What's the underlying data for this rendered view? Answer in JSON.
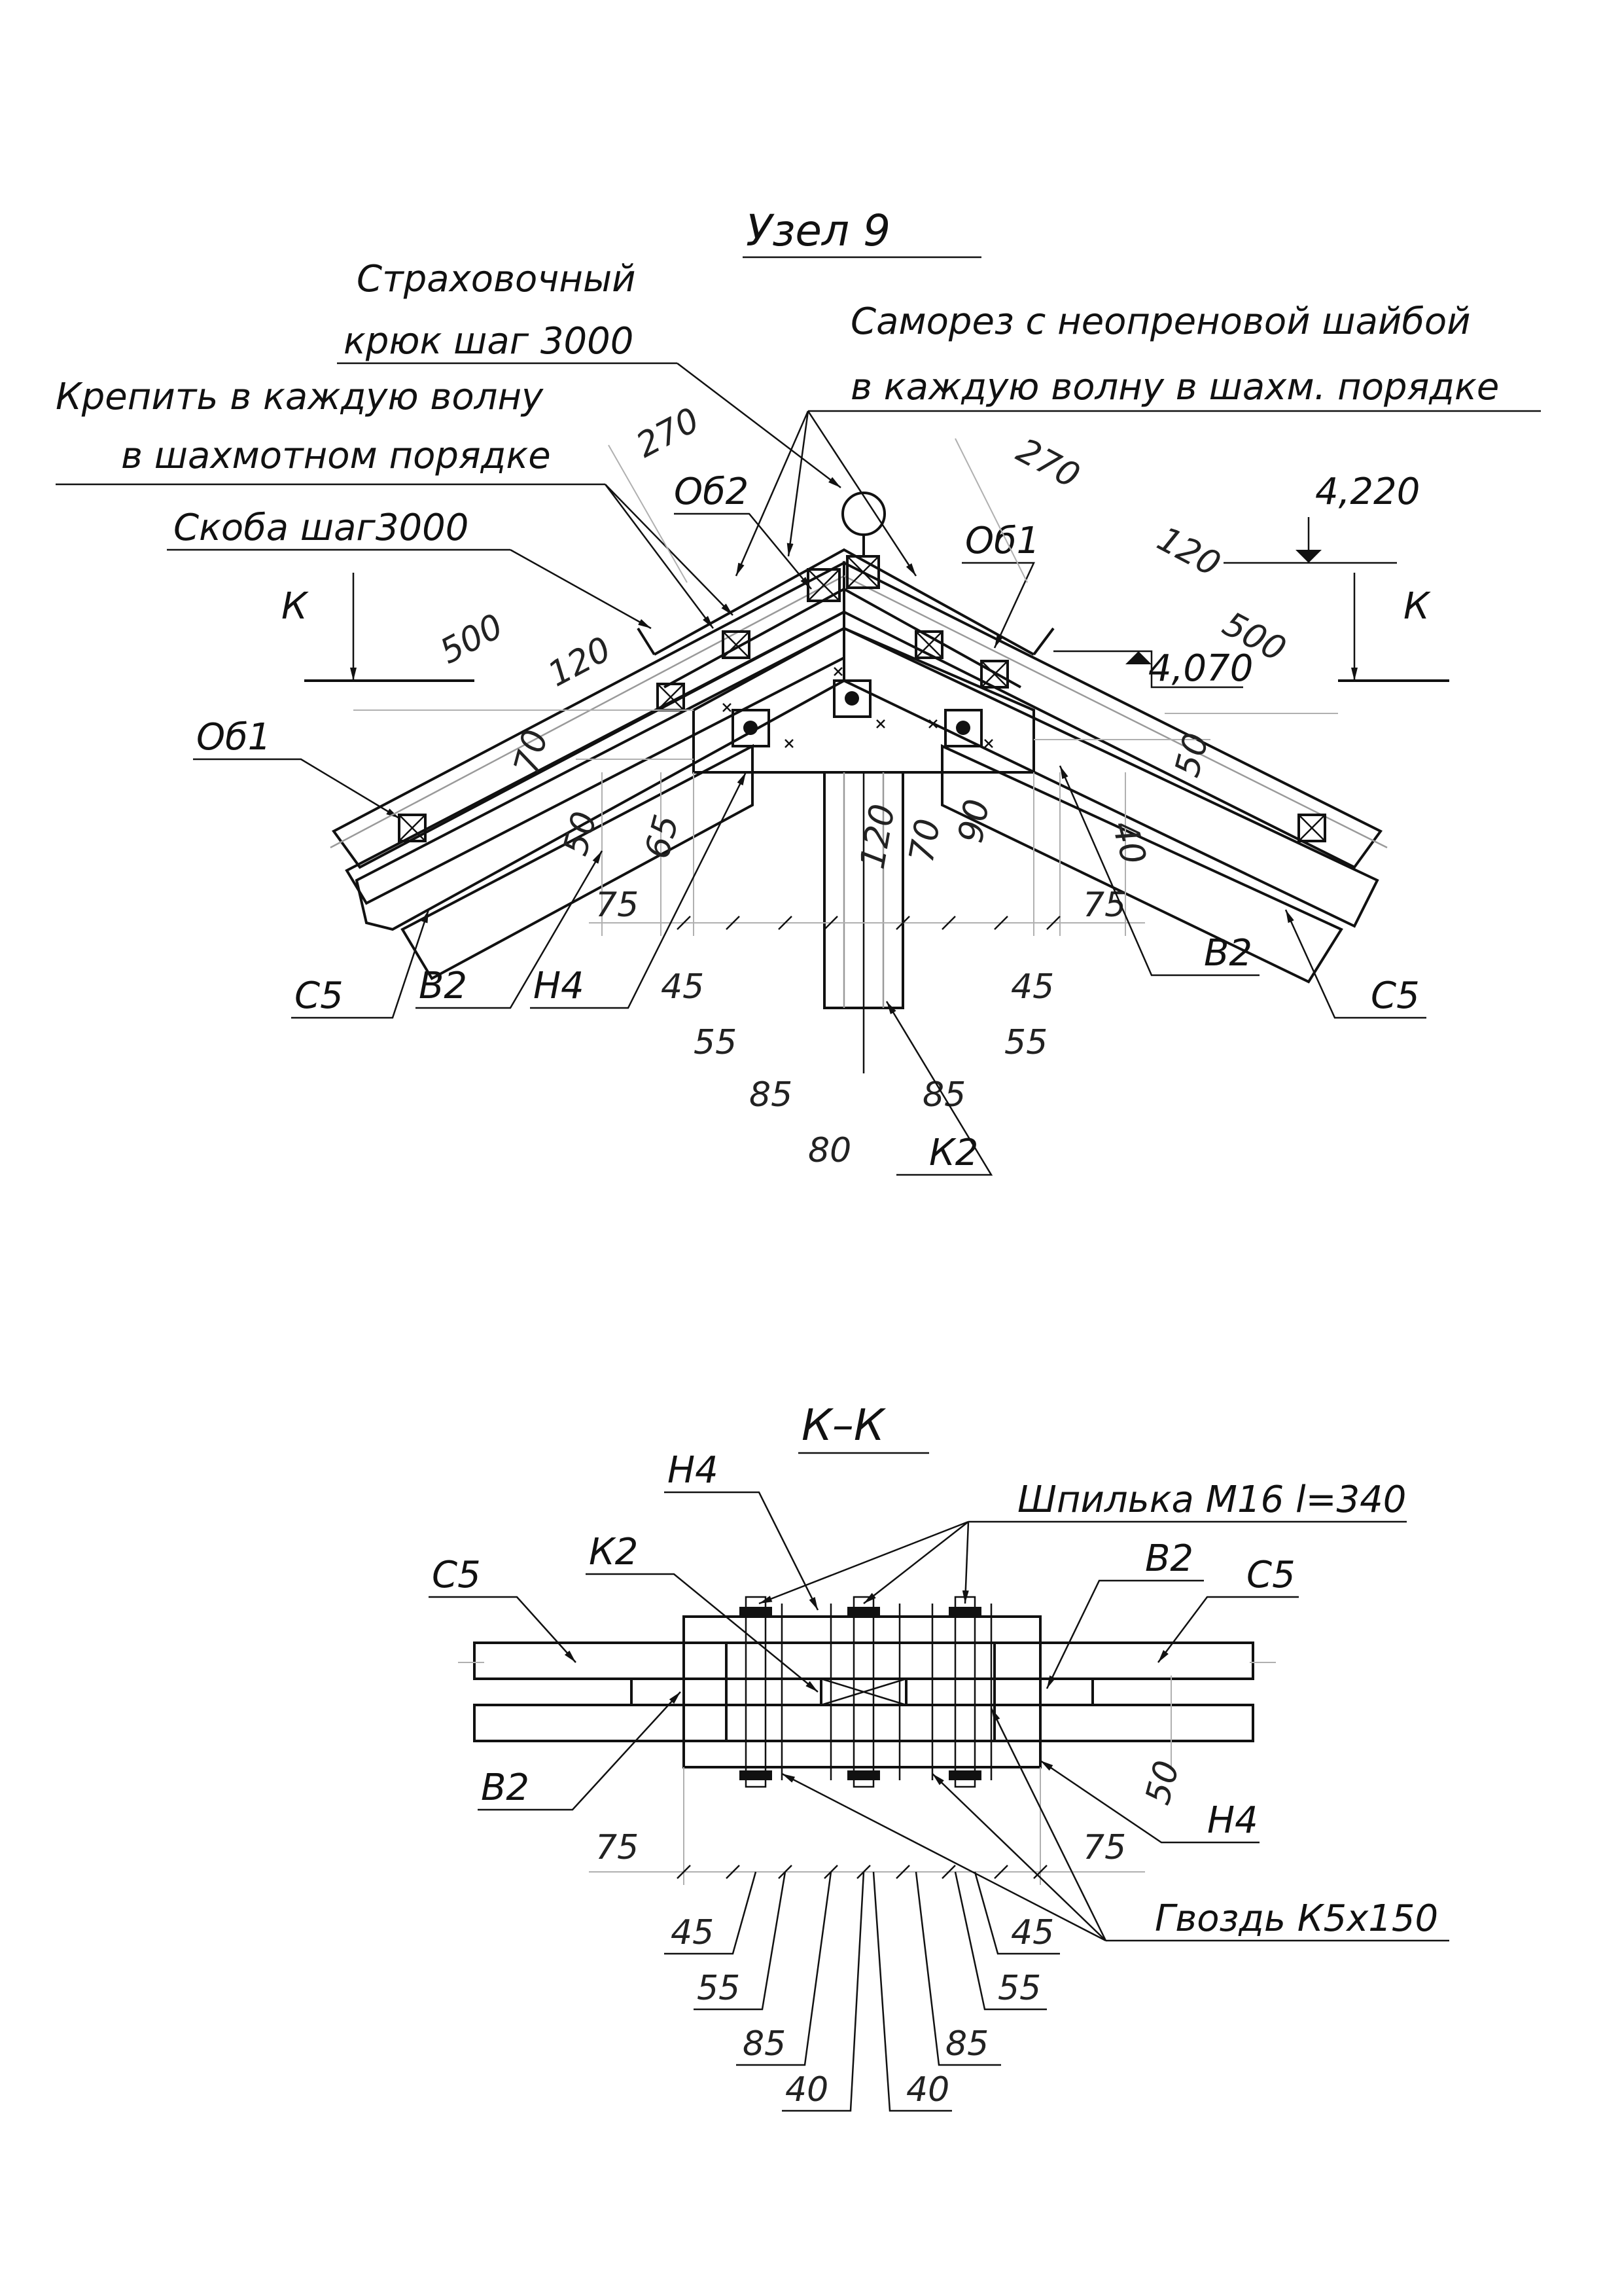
{
  "node": {
    "title": "Узел 9",
    "labels": {
      "hook_l1": "Страховочный",
      "hook_l2": "крюк шаг 3000",
      "fix_l1": "Крепить в каждую волну",
      "fix_l2": "в шахмотном порядке",
      "screw_l1": "Саморез с неопреновой шайбой",
      "screw_l2": "в каждую волну в шахм. порядке",
      "bracket": "Скоба шаг3000",
      "ob2": "Об2",
      "ob1_left": "Об1",
      "ob1_right": "Об1",
      "section_k_left": "К",
      "section_k_right": "К",
      "c5_left": "С5",
      "c5_right": "С5",
      "b2_left": "В2",
      "b2_right": "В2",
      "h4": "Н4",
      "k2": "К2"
    },
    "levels": {
      "top": "4,220",
      "mid": "4,070"
    },
    "dims": {
      "d270_left": "270",
      "d270_right": "270",
      "d120_left": "120",
      "d120_right": "120",
      "d500_left": "500",
      "d500_right": "500",
      "d70": "70",
      "d50_left": "50",
      "d65": "65",
      "d75_left": "75",
      "d75_right": "75",
      "d45_left": "45",
      "d45_right": "45",
      "d55_left": "55",
      "d55_right": "55",
      "d85_left": "85",
      "d85_right": "85",
      "d80": "80",
      "d120_v": "120",
      "d70_v": "70",
      "d90": "90",
      "d40": "40",
      "d50_right": "50"
    }
  },
  "section": {
    "title": "К–К",
    "labels": {
      "h4_top": "Н4",
      "stud": "Шпилька М16 l=340",
      "k2": "К2",
      "b2_top": "В2",
      "c5_left": "С5",
      "c5_right": "С5",
      "b2_left": "В2",
      "h4_bottom": "Н4",
      "nail": "Гвоздь К5х150"
    },
    "dims": {
      "d75_left": "75",
      "d75_right": "75",
      "d50": "50",
      "d45_left": "45",
      "d45_right": "45",
      "d55_left": "55",
      "d55_right": "55",
      "d85_left": "85",
      "d85_right": "85",
      "d40_left": "40",
      "d40_right": "40"
    }
  }
}
